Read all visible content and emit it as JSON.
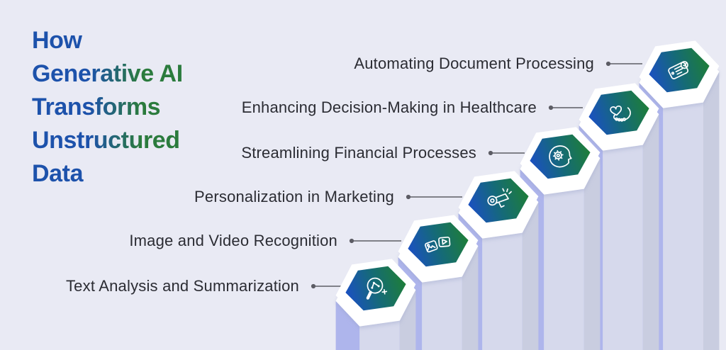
{
  "title": {
    "text": "How Generative AI Transforms Unstructured Data",
    "lines": [
      "How",
      "Generative AI",
      "Transforms",
      "Unstructured",
      "Data"
    ]
  },
  "steps": [
    {
      "label": "Text Analysis and Summarization",
      "icon": "magnifier-analysis-icon"
    },
    {
      "label": "Image and Video Recognition",
      "icon": "image-video-icon"
    },
    {
      "label": "Personalization in Marketing",
      "icon": "megaphone-icon"
    },
    {
      "label": "Streamlining Financial Processes",
      "icon": "head-gear-icon"
    },
    {
      "label": "Enhancing Decision-Making in Healthcare",
      "icon": "heart-hand-icon"
    },
    {
      "label": "Automating Document Processing",
      "icon": "document-automation-icon"
    }
  ],
  "colors": {
    "background": "#e9eaf4",
    "title_blue": "#1d52ab",
    "title_green": "#2b7b3d",
    "hex_gradient_blue": "#1b50c2",
    "hex_gradient_teal": "#156a78",
    "hex_gradient_green": "#1e7e38",
    "pillar_accent": "#aeb5ec",
    "pillar_front": "#d6d9ec",
    "pillar_side": "#c9cde0",
    "hexagon_rim": "#ffffff",
    "connector": "#5c5c64",
    "label_text": "#2b2c33"
  }
}
